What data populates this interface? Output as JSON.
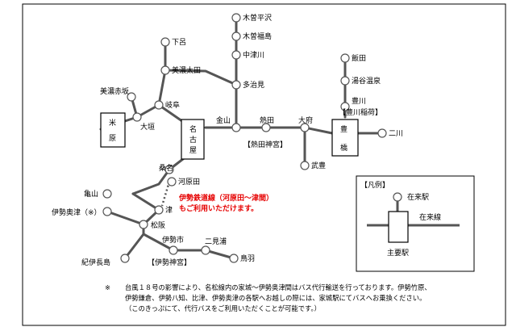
{
  "stations": {
    "kisohirasawa": "木曽平沢",
    "kisofukushima": "木曽福島",
    "nakatsugawa": "中津川",
    "tajimi": "多治見",
    "gero": "下呂",
    "minoota": "美濃太田",
    "minoakasaka": "美濃赤坂",
    "gifu": "岐阜",
    "ogaki": "大垣",
    "kanayama": "金山",
    "atsuta": "熱田",
    "atsuta_shrine": "【熱田神宮】",
    "obu": "大府",
    "taketoyo": "武豊",
    "iida": "飯田",
    "yuyaonsen": "湯谷温泉",
    "toyokawa": "豊川",
    "toyokawa_inari": "【豊川稲荷】",
    "futagawa": "二川",
    "kuwana": "桑名",
    "kawaradasa": "河原田",
    "kameyama": "亀山",
    "tsu": "津",
    "iseokitsu": "伊勢奥津（※）",
    "matsusaka": "松阪",
    "iseshi": "伊勢市",
    "ise_shrine": "【伊勢神宮】",
    "futami": "二見浦",
    "toba": "鳥羽",
    "kiiNagashima": "紀伊長島"
  },
  "hubs": {
    "maibara": [
      "米",
      "原"
    ],
    "nagoya": [
      "名",
      "古",
      "屋"
    ],
    "toyohashi": [
      "豊",
      "橋"
    ]
  },
  "ise_railway_note": [
    "伊勢鉄道線（河原田～津間）",
    "もご利用いただけます。"
  ],
  "legend": {
    "title": "【凡例】",
    "station": "在来駅",
    "line": "在来線",
    "major": "主要駅"
  },
  "footnote": {
    "mark": "※",
    "lines": [
      "台風１８号の影響により、名松線内の家城～伊勢奥津間はバス代行輸送を行っております。伊勢竹原、",
      "伊勢鎌倉、伊勢八知、比津、伊勢奥津の各駅へお越しの際には、家城駅にてバスへお乗換ください。",
      "（このきっぷにて、代行バスをご利用いただくことが可能です。）"
    ]
  },
  "colors": {
    "line": "#555555",
    "highlight": "#e60000",
    "frame": "#000000"
  }
}
